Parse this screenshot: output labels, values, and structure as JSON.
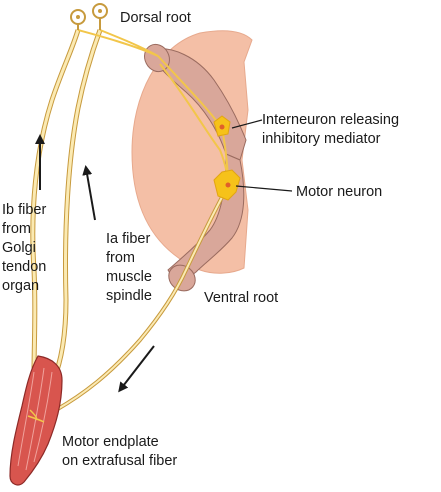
{
  "colors": {
    "gray_matter": "#f4bfa6",
    "gray_matter_edge": "#e7a98d",
    "nerve_root": "#d9a79a",
    "nerve_root_edge": "#9a6b5f",
    "nerve_fiber": "#f2c64a",
    "fiber_outline": "#c79a3d",
    "neuron": "#f6c21a",
    "neuron_nucleus": "#e0602a",
    "muscle": "#d8554e",
    "muscle_edge": "#8d2a27",
    "arrow": "#1a1a1a",
    "label_text": "#1a1a1a"
  },
  "labels": {
    "dorsal_root": "Dorsal root",
    "interneuron_line1": "Interneuron releasing",
    "interneuron_line2": "inhibitory mediator",
    "motor_neuron": "Motor neuron",
    "ventral_root": "Ventral root",
    "ib_line1": "Ib fiber",
    "ib_line2": "from",
    "ib_line3": "Golgi",
    "ib_line4": "tendon",
    "ib_line5": "organ",
    "ia_line1": "Ia fiber",
    "ia_line2": "from",
    "ia_line3": "muscle",
    "ia_line4": "spindle",
    "endplate_line1": "Motor endplate",
    "endplate_line2": "on extrafusal fiber"
  },
  "icons": {
    "ganglion_cell": "dorsal-root-ganglion-cell-icon",
    "arrow": "direction-arrow-icon"
  }
}
